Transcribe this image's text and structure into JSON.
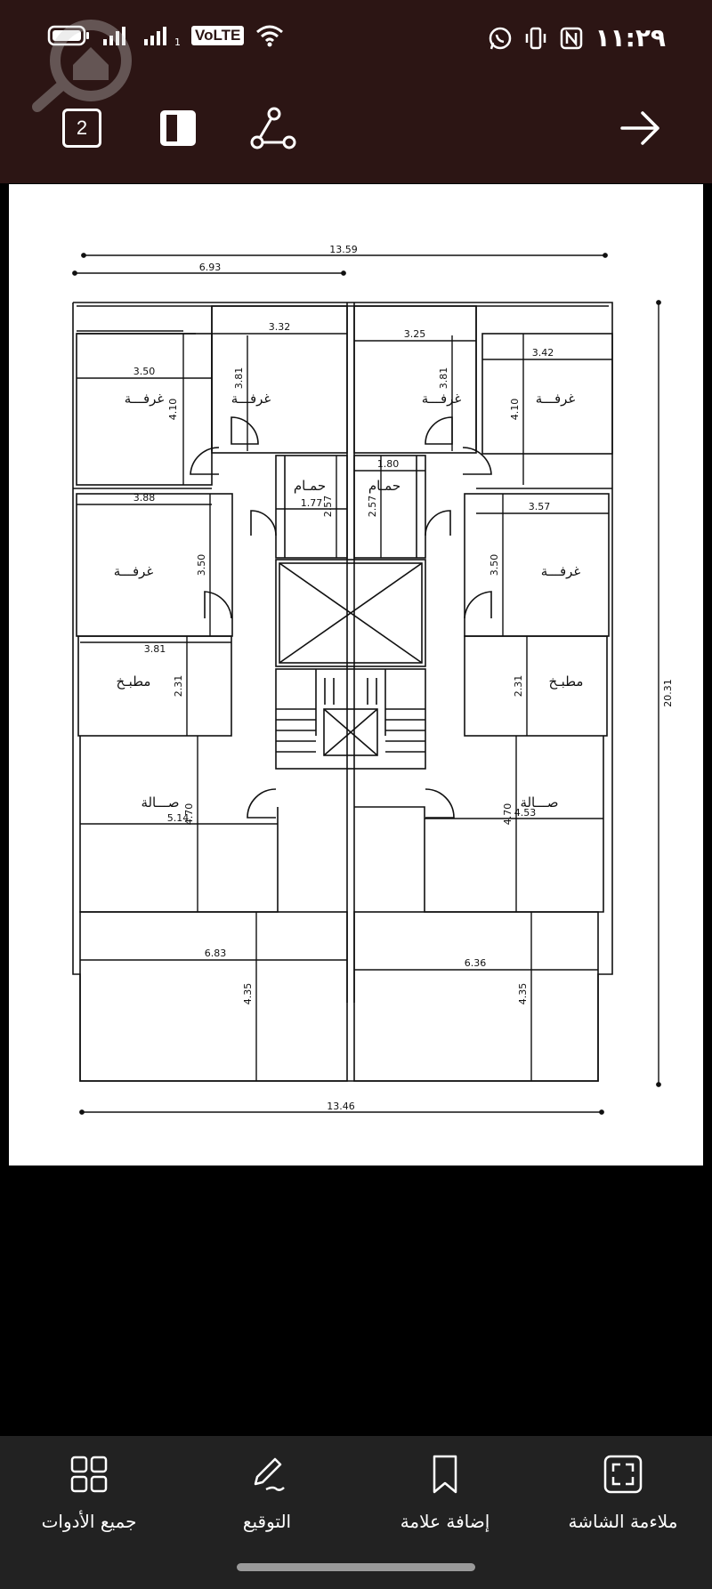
{
  "status_bar": {
    "time": "١١:٢٩",
    "network_badge": "VoLTE",
    "sim_index": "1",
    "icons": [
      "battery-icon",
      "signal-icon",
      "signal-icon",
      "wifi-icon",
      "whatsapp-icon",
      "vibrate-icon",
      "nfc-icon"
    ]
  },
  "toolbar": {
    "page_count": "2",
    "icons": [
      "page-count-icon",
      "reading-mode-icon",
      "share-icon",
      "next-arrow-icon"
    ]
  },
  "plan": {
    "dims": {
      "total_width_top": "13.59",
      "half_width_top": "6.93",
      "total_width_bottom": "13.46",
      "total_height": "20.31",
      "room_l1_w": "3.50",
      "room_l1_h": "4.10",
      "room_l2_w": "3.32",
      "room_l2_h": "3.81",
      "room_r2_w": "3.25",
      "room_r2_h": "3.81",
      "room_r1_w": "3.42",
      "room_r1_h": "4.10",
      "bath_l_w": "1.77",
      "bath_l_h": "2.57",
      "bath_r_w": "1.80",
      "bath_r_h": "2.57",
      "room_l3_w": "3.88",
      "room_l3_h": "3.50",
      "room_r3_w": "3.57",
      "room_r3_h": "3.50",
      "kitchen_l_w": "3.81",
      "kitchen_l_h": "2.31",
      "kitchen_r_h": "2.31",
      "hall_l_w": "5.14",
      "hall_l_h": "4.70",
      "hall_r_w": "4.53",
      "hall_r_h": "4.70",
      "front_l_w": "6.83",
      "front_l_h": "4.35",
      "front_r_w": "6.36",
      "front_r_h": "4.35"
    },
    "labels": {
      "room": "غرفـــة",
      "bath": "حمـام",
      "kitchen": "مطبـخ",
      "hall": "صـــالة"
    }
  },
  "bottom_bar": {
    "items": [
      {
        "label": "جميع الأدوات",
        "icon": "grid-icon"
      },
      {
        "label": "التوقيع",
        "icon": "pen-icon"
      },
      {
        "label": "إضافة علامة",
        "icon": "bookmark-icon"
      },
      {
        "label": "ملاءمة الشاشة",
        "icon": "fit-screen-icon"
      }
    ]
  }
}
